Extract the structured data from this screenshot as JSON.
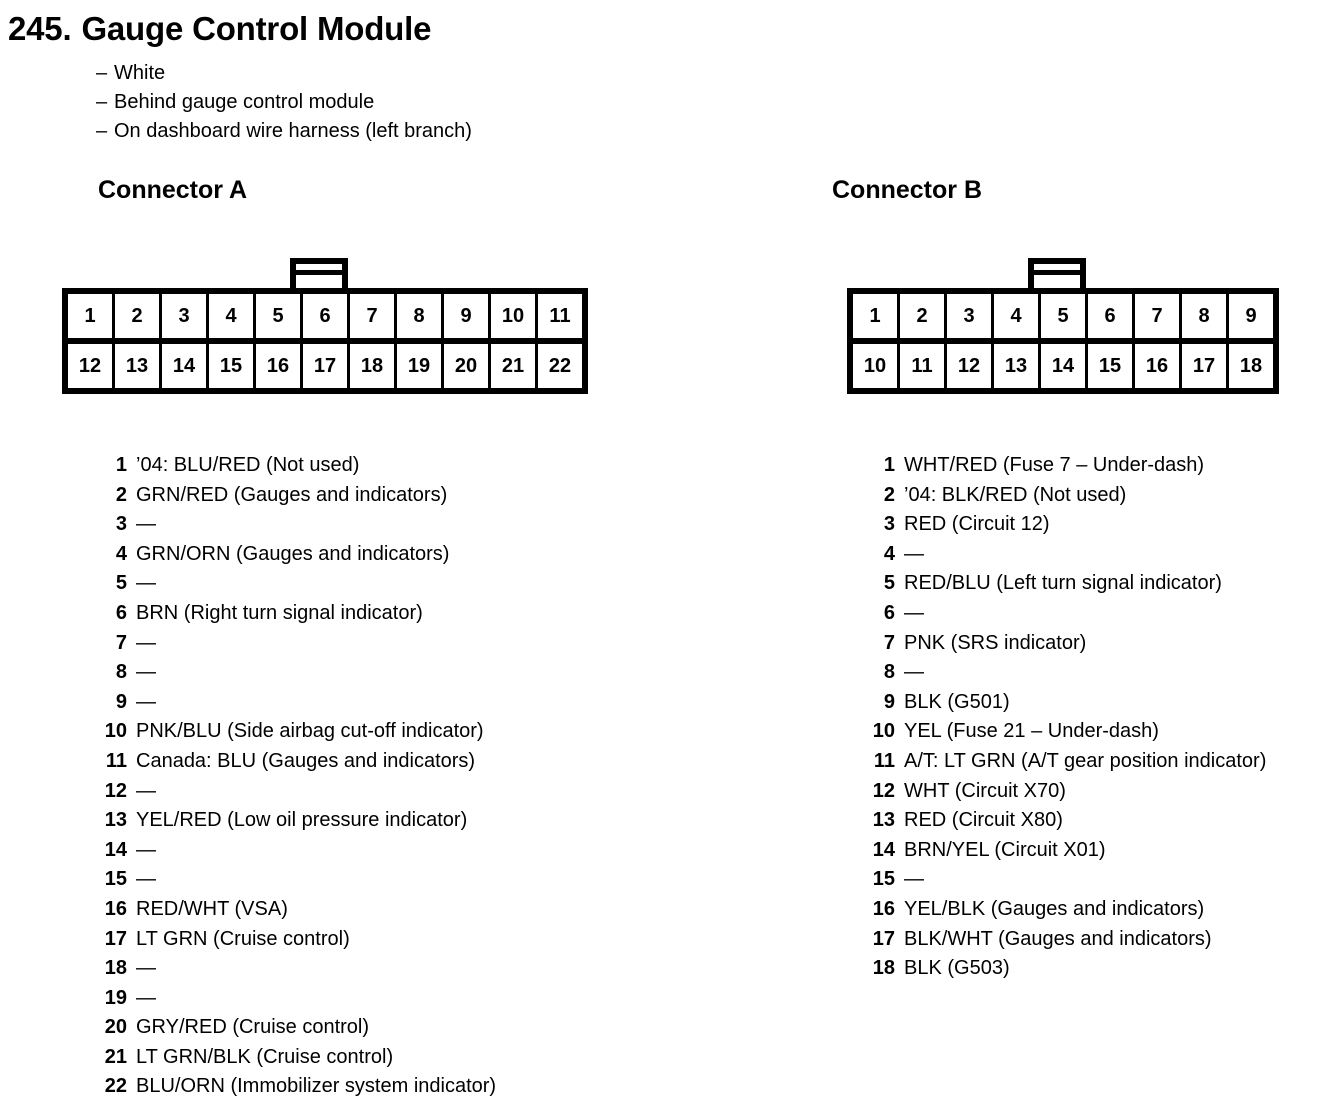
{
  "document": {
    "section_number": "245.",
    "title": "Gauge Control Module",
    "specs": [
      {
        "dash": "–",
        "text": "White"
      },
      {
        "dash": "–",
        "text": "Behind gauge control module"
      },
      {
        "dash": "–",
        "text": "On dashboard wire harness (left branch)"
      }
    ]
  },
  "connector_a": {
    "heading": "Connector A",
    "diagram": {
      "tab_over_pin": "6",
      "top_row": [
        "1",
        "2",
        "3",
        "4",
        "5",
        "6",
        "7",
        "8",
        "9",
        "10",
        "11"
      ],
      "bottom_row": [
        "12",
        "13",
        "14",
        "15",
        "16",
        "17",
        "18",
        "19",
        "20",
        "21",
        "22"
      ]
    },
    "pins": [
      {
        "num": "1",
        "desc": "’04: BLU/RED (Not used)"
      },
      {
        "num": "2",
        "desc": "GRN/RED (Gauges and indicators)"
      },
      {
        "num": "3",
        "desc": "—"
      },
      {
        "num": "4",
        "desc": "GRN/ORN (Gauges and indicators)"
      },
      {
        "num": "5",
        "desc": "—"
      },
      {
        "num": "6",
        "desc": "BRN (Right turn signal indicator)"
      },
      {
        "num": "7",
        "desc": "—"
      },
      {
        "num": "8",
        "desc": "—"
      },
      {
        "num": "9",
        "desc": "—"
      },
      {
        "num": "10",
        "desc": "PNK/BLU (Side airbag cut-off indicator)"
      },
      {
        "num": "11",
        "desc": "Canada: BLU (Gauges and indicators)"
      },
      {
        "num": "12",
        "desc": "—"
      },
      {
        "num": "13",
        "desc": "YEL/RED (Low oil pressure indicator)"
      },
      {
        "num": "14",
        "desc": "—"
      },
      {
        "num": "15",
        "desc": "—"
      },
      {
        "num": "16",
        "desc": "RED/WHT (VSA)"
      },
      {
        "num": "17",
        "desc": "LT GRN (Cruise control)"
      },
      {
        "num": "18",
        "desc": "—"
      },
      {
        "num": "19",
        "desc": "—"
      },
      {
        "num": "20",
        "desc": "GRY/RED (Cruise control)"
      },
      {
        "num": "21",
        "desc": "LT GRN/BLK (Cruise control)"
      },
      {
        "num": "22",
        "desc": "BLU/ORN (Immobilizer system indicator)"
      }
    ]
  },
  "connector_b": {
    "heading": "Connector B",
    "diagram": {
      "tab_over_pin": "5",
      "top_row": [
        "1",
        "2",
        "3",
        "4",
        "5",
        "6",
        "7",
        "8",
        "9"
      ],
      "bottom_row": [
        "10",
        "11",
        "12",
        "13",
        "14",
        "15",
        "16",
        "17",
        "18"
      ]
    },
    "pins": [
      {
        "num": "1",
        "desc": "WHT/RED (Fuse 7 – Under-dash)"
      },
      {
        "num": "2",
        "desc": "’04: BLK/RED (Not used)"
      },
      {
        "num": "3",
        "desc": "RED (Circuit 12)"
      },
      {
        "num": "4",
        "desc": "—"
      },
      {
        "num": "5",
        "desc": "RED/BLU (Left turn signal indicator)"
      },
      {
        "num": "6",
        "desc": "—"
      },
      {
        "num": "7",
        "desc": "PNK (SRS indicator)"
      },
      {
        "num": "8",
        "desc": "—"
      },
      {
        "num": "9",
        "desc": "BLK (G501)"
      },
      {
        "num": "10",
        "desc": "YEL (Fuse 21 – Under-dash)"
      },
      {
        "num": "11",
        "desc": "A/T: LT GRN (A/T gear position indicator)"
      },
      {
        "num": "12",
        "desc": "WHT (Circuit X70)"
      },
      {
        "num": "13",
        "desc": "RED (Circuit X80)"
      },
      {
        "num": "14",
        "desc": "BRN/YEL (Circuit X01)"
      },
      {
        "num": "15",
        "desc": "—"
      },
      {
        "num": "16",
        "desc": "YEL/BLK (Gauges and indicators)"
      },
      {
        "num": "17",
        "desc": "BLK/WHT (Gauges and indicators)"
      },
      {
        "num": "18",
        "desc": "BLK (G503)"
      }
    ]
  },
  "colors": {
    "ink": "#000000",
    "paper": "#ffffff"
  }
}
